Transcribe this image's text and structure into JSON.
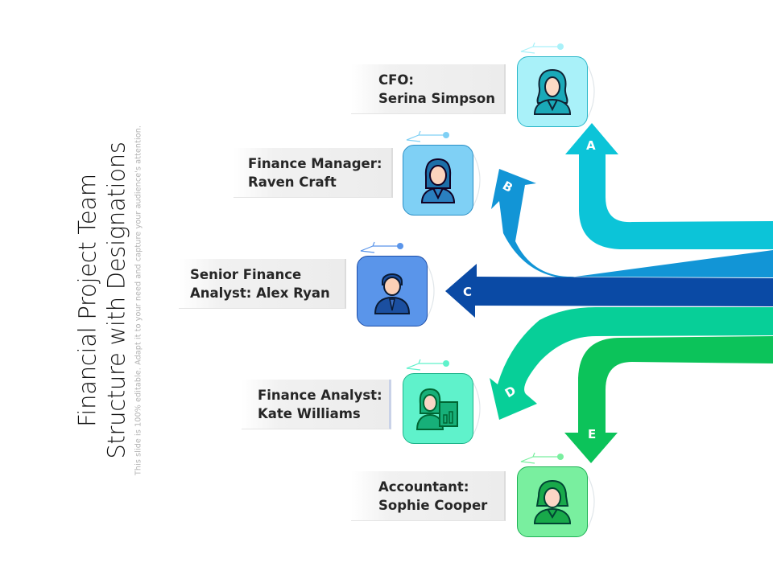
{
  "title": {
    "line1": "Financial Project Team",
    "line2": "Structure with Designations",
    "subtitle": "This slide is 100% editable. Adapt it to your need and capture your audience's attention."
  },
  "colors": {
    "a": "#0cc4d8",
    "b": "#1295d6",
    "c": "#0a4aa5",
    "d": "#07cf98",
    "e": "#0cc35a"
  },
  "members": [
    {
      "letter": "A",
      "role": "CFO:",
      "name": "Serina Simpson",
      "icon": "female-executive-icon",
      "box_color": "#a9f1f9",
      "border": "#2bb7c9"
    },
    {
      "letter": "B",
      "role": "Finance Manager:",
      "name": "Raven Craft",
      "icon": "female-manager-icon",
      "box_color": "#7fd0f5",
      "border": "#2a8fc6"
    },
    {
      "letter": "C",
      "role": "Senior Finance",
      "name": "Analyst: Alex Ryan",
      "icon": "male-analyst-icon",
      "box_color": "#5a95ea",
      "border": "#1d4ea8"
    },
    {
      "letter": "D",
      "role": "Finance Analyst:",
      "name": "Kate Williams",
      "icon": "female-analyst-chart-icon",
      "box_color": "#5ff2cb",
      "border": "#1db48a"
    },
    {
      "letter": "E",
      "role": "Accountant:",
      "name": "Sophie Cooper",
      "icon": "female-accountant-icon",
      "box_color": "#79ef9f",
      "border": "#1fb155"
    }
  ]
}
